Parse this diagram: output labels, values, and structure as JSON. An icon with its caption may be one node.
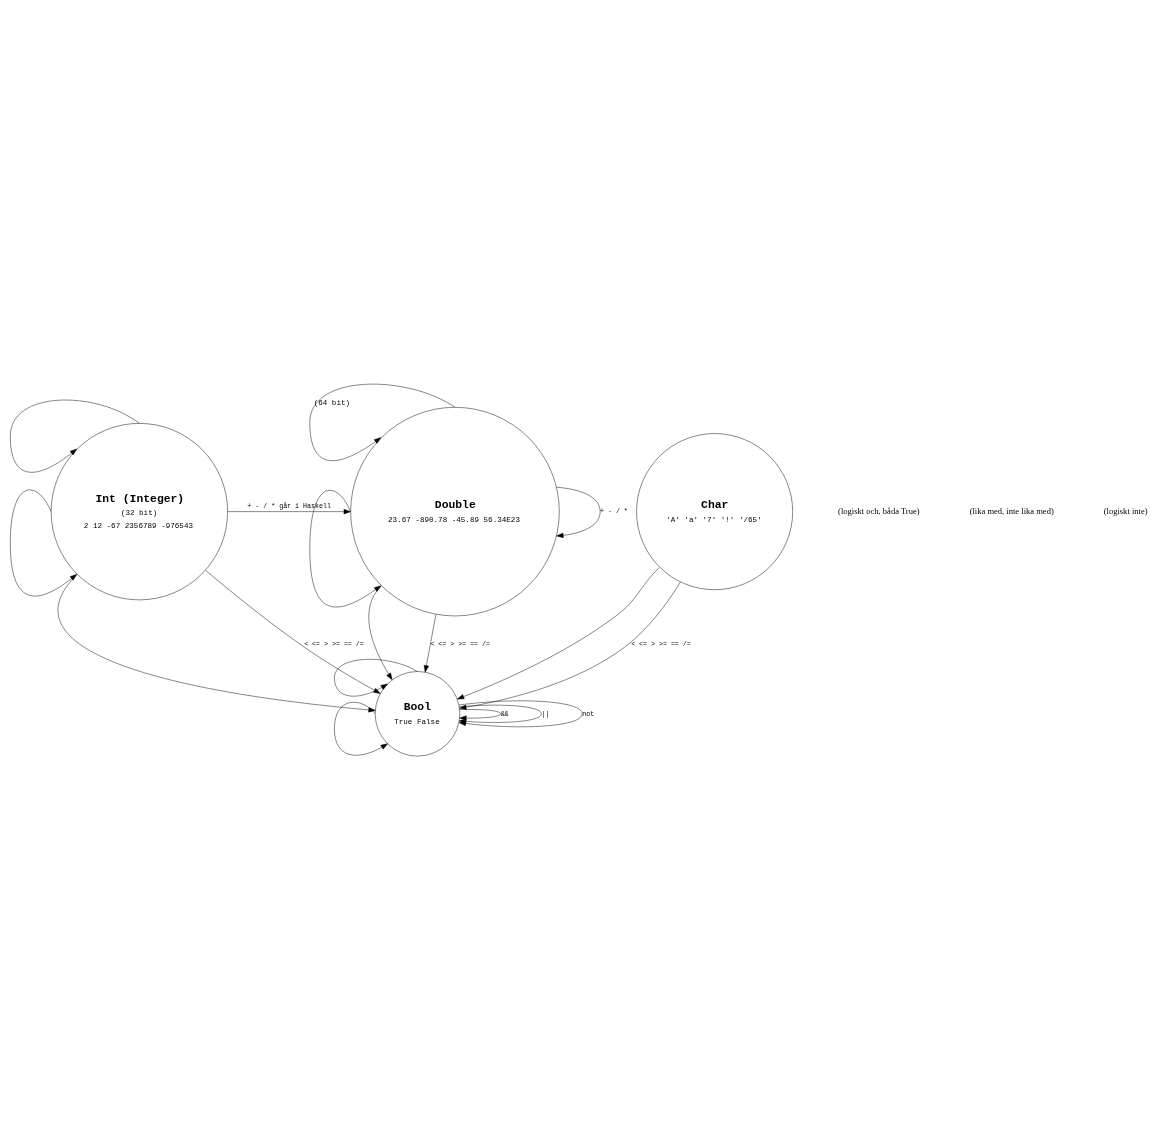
{
  "diagram": {
    "nodes": [
      {
        "text": [
          "Int (Integer)",
          "(32 bit)",
          "2 12 -67 2356789 -976543"
        ]
      },
      {
        "text": [
          "Double",
          "23.67 -890.78 -45.89 56.34E23"
        ],
        "beside": [
          "(64 bit)"
        ]
      },
      {
        "text": [
          "Char",
          "'A' 'a' '7' '!' '/65'"
        ]
      },
      {
        "text": [
          "Bool",
          "True False"
        ]
      }
    ],
    "edges": [
      {
        "from": 0,
        "to": 0,
        "arrow": "to"
      },
      {
        "from": 0,
        "to": 0,
        "arrow": "to"
      },
      {
        "from": 1,
        "to": 1,
        "arrow": "to",
        "label": "+ - / *"
      },
      {
        "from": 1,
        "to": 1,
        "arrow": "to"
      },
      {
        "from": 0,
        "to": 1,
        "arrow": "to",
        "label": "+ - / * går i Haskell"
      },
      {
        "from": 1,
        "to": 1,
        "arrow": "to"
      },
      {
        "from": 0,
        "to": 3,
        "arrow": "to",
        "label": "< <= > >= == /="
      },
      {
        "from": 0,
        "to": 3,
        "arrow": "to"
      },
      {
        "from": 1,
        "to": 3,
        "arrow": "to",
        "label": "< <= > >= == /="
      },
      {
        "from": 1,
        "to": 3,
        "arrow": "to"
      },
      {
        "from": 2,
        "to": 3,
        "arrow": "to",
        "label": "< <= > >= == /="
      },
      {
        "from": 2,
        "to": 3,
        "arrow": "to"
      },
      {
        "from": 3,
        "to": 3,
        "arrow": "to",
        "label": "&&"
      },
      {
        "from": 3,
        "to": 3,
        "arrow": "to"
      },
      {
        "from": 3,
        "to": 3,
        "arrow": "to",
        "label": "||"
      },
      {
        "from": 3,
        "to": 3,
        "arrow": "to"
      },
      {
        "from": 3,
        "to": 3,
        "arrow": "to",
        "label": "not"
      }
    ],
    "labels": [
      "(logiskt och, båda True)",
      "(lika med, inte lika med)",
      "(logiskt inte)"
    ]
  }
}
